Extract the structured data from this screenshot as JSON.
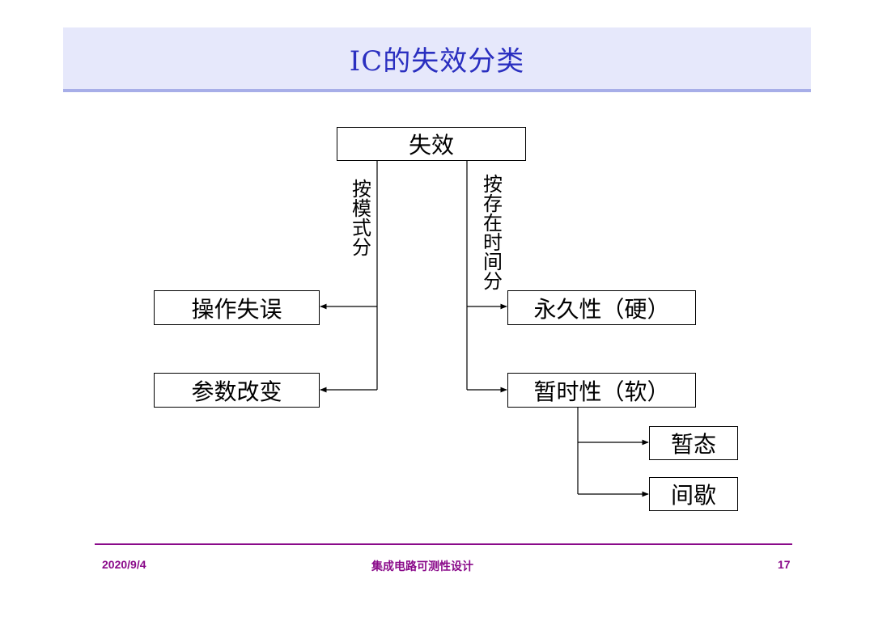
{
  "slide": {
    "title": "IC的失效分类"
  },
  "diagram": {
    "root": "失效",
    "branch_left_label": "按模式分",
    "branch_right_label": "按存在时间分",
    "left_items": [
      "操作失误",
      "参数改变"
    ],
    "right_items": [
      "永久性（硬）",
      "暂时性（软）"
    ],
    "sub_items": [
      "暂态",
      "间歇"
    ]
  },
  "footer": {
    "date": "2020/9/4",
    "course": "集成电路可测性设计",
    "page": "17"
  }
}
